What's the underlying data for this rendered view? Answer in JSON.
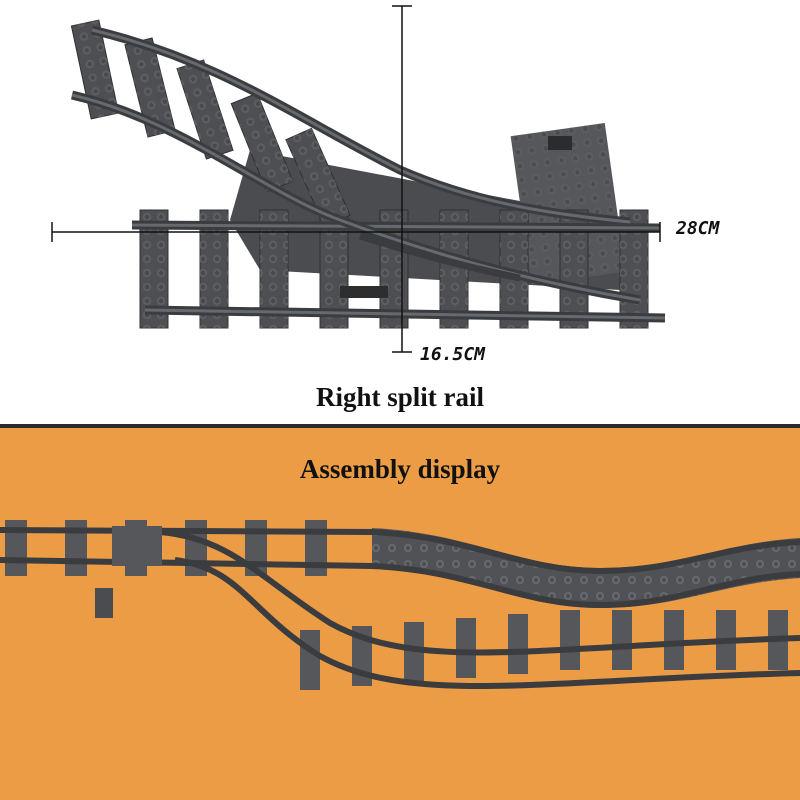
{
  "top_section": {
    "caption": "Right split rail",
    "width_label": "28CM",
    "height_label": "16.5CM"
  },
  "bottom_section": {
    "caption": "Assembly display",
    "background_color": "#eb9c44"
  },
  "colors": {
    "track": "#4d4f52",
    "track_dark": "#37393c",
    "stud": "#5e6064",
    "dimension_line": "#111111"
  }
}
